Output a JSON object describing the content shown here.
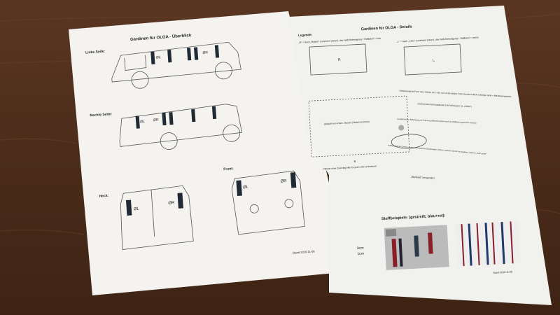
{
  "colors": {
    "wood": "#5a3420",
    "paper": "#f4f3ef",
    "curtain": "#1f2a35"
  },
  "left_page": {
    "title": "Gardinen für OLGA - Überblick",
    "left_side_label": "Linke Seite:",
    "right_side_label": "Rechte Seite:",
    "rear_label": "Heck:",
    "front_label": "Front:",
    "curtain_left": "ØL",
    "curtain_right": "ØR",
    "date": "Stand 2016-11-08"
  },
  "right_page": {
    "title": "Gardinen für OLGA - Details",
    "legend_label": "Legende:",
    "legend_r": "„R“ = Nach „Rechts“ zuziehend (innen), das heißt Befestigung + Raffband = links",
    "legend_l": "„L“ = Nach „Links“ zuziehend (innen), das heißt Befestigung + Raffband = rechts",
    "box_r": "R",
    "box_l": "L",
    "note_shape": "Geschwungene Form mit 2 Höhen (H1 / H2) nur für die beiden Front-Gardinen ØL/R (niedrige Seite = Befestigungsseite)",
    "note_band": "Gardinenband (Kräuselband) (mit Aufhängern für „Gleiter“)",
    "view_note": "(Ansicht von innen, Muster (Farbe) ist innen)",
    "note_button": "Druckknopf zur Befestigung am Fahrzeug (Rahmen) (kann auch am Raffband angebracht werden)",
    "note_tieback": "Raffband (mit der Gardine vernäht - mit integrierten Druckknöpfen, Höhe im „goldenen Schnitt“ der Gardine), möglichst „straff“ gerafft",
    "width_label": "B",
    "width_note": "(=Breite ohne Zuschlag bitte für guten Sitz verbreitern)",
    "weight_band": "„Bleiband“ (eingenäht)",
    "partial_1": "9cm",
    "partial_2": "1cm",
    "fabric_label": "Stoffbeispiele: (gestreift, blau+rot):",
    "date": "Stand 2016-11-08"
  }
}
